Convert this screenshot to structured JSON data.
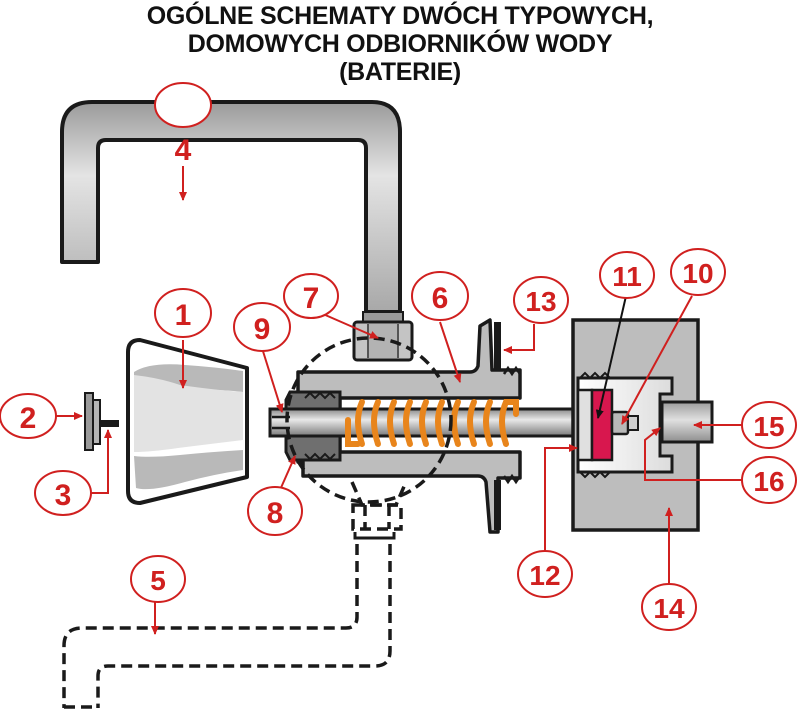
{
  "title": {
    "line1": "OGÓLNE SCHEMATY DWÓCH TYPOWYCH,",
    "line2": "DOMOWYCH ODBIORNIKÓW WODY",
    "line3": "(BATERIE)"
  },
  "colors": {
    "label_red": "#d0201f",
    "body_gray": "#b9b9b9",
    "spring_orange": "#e8851c",
    "gasket_crimson": "#d8174e",
    "outline": "#1a1a1a"
  },
  "callouts": [
    {
      "id": "1",
      "text": "1",
      "target": "knob-handle"
    },
    {
      "id": "2",
      "text": "2",
      "target": "cap-disc"
    },
    {
      "id": "3",
      "text": "3",
      "target": "cap-screw"
    },
    {
      "id": "4",
      "text": "4",
      "target": "spout"
    },
    {
      "id": "5",
      "text": "5",
      "target": "lower-spout-dashed"
    },
    {
      "id": "6",
      "text": "6",
      "target": "valve-body"
    },
    {
      "id": "7",
      "text": "7",
      "target": "spout-nut"
    },
    {
      "id": "8",
      "text": "8",
      "target": "packing-nut"
    },
    {
      "id": "9",
      "text": "9",
      "target": "spindle-end"
    },
    {
      "id": "10",
      "text": "10",
      "target": "washer-screw"
    },
    {
      "id": "11",
      "text": "11",
      "target": "washer"
    },
    {
      "id": "12",
      "text": "12",
      "target": "washer-holder"
    },
    {
      "id": "13",
      "text": "13",
      "target": "wall-flange"
    },
    {
      "id": "14",
      "text": "14",
      "target": "fitting-body"
    },
    {
      "id": "15",
      "text": "15",
      "target": "valve-seat"
    },
    {
      "id": "16",
      "text": "16",
      "target": "seat-edge"
    }
  ],
  "empty_callout": {
    "text": ""
  }
}
